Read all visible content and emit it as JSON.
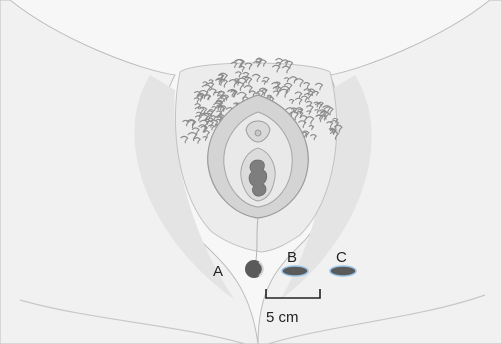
{
  "figure": {
    "markers": [
      {
        "id": "A",
        "label": "A"
      },
      {
        "id": "B",
        "label": "B"
      },
      {
        "id": "C",
        "label": "C"
      }
    ],
    "scale_bar": {
      "label": "5 cm"
    }
  },
  "colors": {
    "skin": "#f4f4f4",
    "skin_outline": "#b8b8b8",
    "shadow": "#dcdcdc",
    "hair": "#8a8a8a",
    "marker_fill": "#5a5a5a",
    "marker_ring": "#9cc4e8",
    "text": "#222222"
  }
}
